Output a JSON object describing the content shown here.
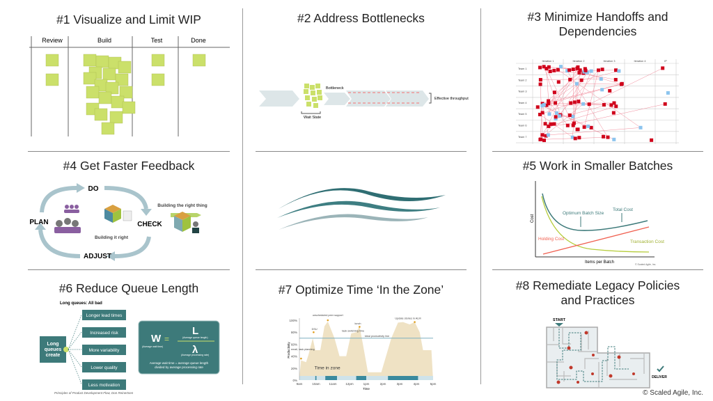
{
  "panels": {
    "p1": {
      "title": "#1 Visualize and Limit WIP",
      "columns": [
        "Review",
        "Build",
        "Test",
        "Done"
      ]
    },
    "p2": {
      "title": "#2 Address Bottlenecks",
      "bottleneck": "Bottleneck",
      "wait_state": "Wait State",
      "effective": "Effective throughput"
    },
    "p3": {
      "title_line1": "#3 Minimize Handoffs and",
      "title_line2": "Dependencies",
      "iterations": [
        "Iteration 1",
        "Iteration 2",
        "Iteration 3",
        "Iteration 4",
        "IP"
      ],
      "teams": [
        "Team 1",
        "Team 2",
        "Team 3",
        "Team 4",
        "Team 5",
        "Team 6",
        "Team 7"
      ]
    },
    "p4": {
      "title": "#4 Get Faster Feedback",
      "do": "DO",
      "check": "CHECK",
      "adjust": "ADJUST",
      "plan": "PLAN",
      "building_right": "Building it right",
      "right_thing": "Building the right thing"
    },
    "p5": {
      "title": "#5 Work in Smaller Batches",
      "ylabel": "Cost",
      "xlabel": "Items per Batch",
      "optimum": "Optimum Batch Size",
      "total": "Total Cost",
      "holding": "Holding Cost",
      "transaction": "Transaction Cost",
      "copyright": "© Scaled Agile, Inc."
    },
    "p6": {
      "title": "#6 Reduce Queue Length",
      "heading": "Long queues: All bad",
      "source": "Long queues create",
      "effects": [
        "Longer lead times",
        "Increased risk",
        "More variability",
        "Lower quality",
        "Less motivation"
      ],
      "formula_w": "W",
      "formula_eq": "=",
      "formula_l": "L",
      "formula_lambda": "λ",
      "w_label": "(Average wait time)",
      "l_label": "(Average queue length)",
      "lambda_label": "(Average processing rate)",
      "explain1": "Average wait time = average queue length",
      "explain2": "divided by average processing rate",
      "citation": "Principles of Product Development Flow, Don Reinertsen"
    },
    "p7": {
      "title": "#7 Optimize Time ‘In the Zone’",
      "yticks": [
        "100%",
        "80%",
        "60%",
        "40%",
        "20%",
        "0%"
      ],
      "xticks": [
        "9am",
        "10am",
        "11am",
        "12pm",
        "1pm",
        "2pm",
        "3pm",
        "4pm",
        "5pm"
      ],
      "ylabel": "Productivity",
      "xlabel": "Time",
      "annotations": {
        "email": "email, task planning",
        "dsu": "DSU",
        "unscheduled": "unscheduled peer support",
        "switch": "task switching time",
        "lunch": "lunch",
        "ideal": "Ideal productivity line",
        "update": "Update stories in ALM",
        "zone": "Time in zone"
      }
    },
    "p8": {
      "title_line1": "#8 Remediate Legacy Policies",
      "title_line2": "and Practices",
      "start": "START",
      "deliver": "DELIVER"
    }
  },
  "colors": {
    "sticky": "#cbe06a",
    "teal": "#3d7a7a",
    "red": "#d0021b",
    "blue": "#8cc4ee",
    "arrow_gray": "#dde6e8",
    "loop": "#a9c4cc"
  },
  "footer": "© Scaled Agile, Inc."
}
